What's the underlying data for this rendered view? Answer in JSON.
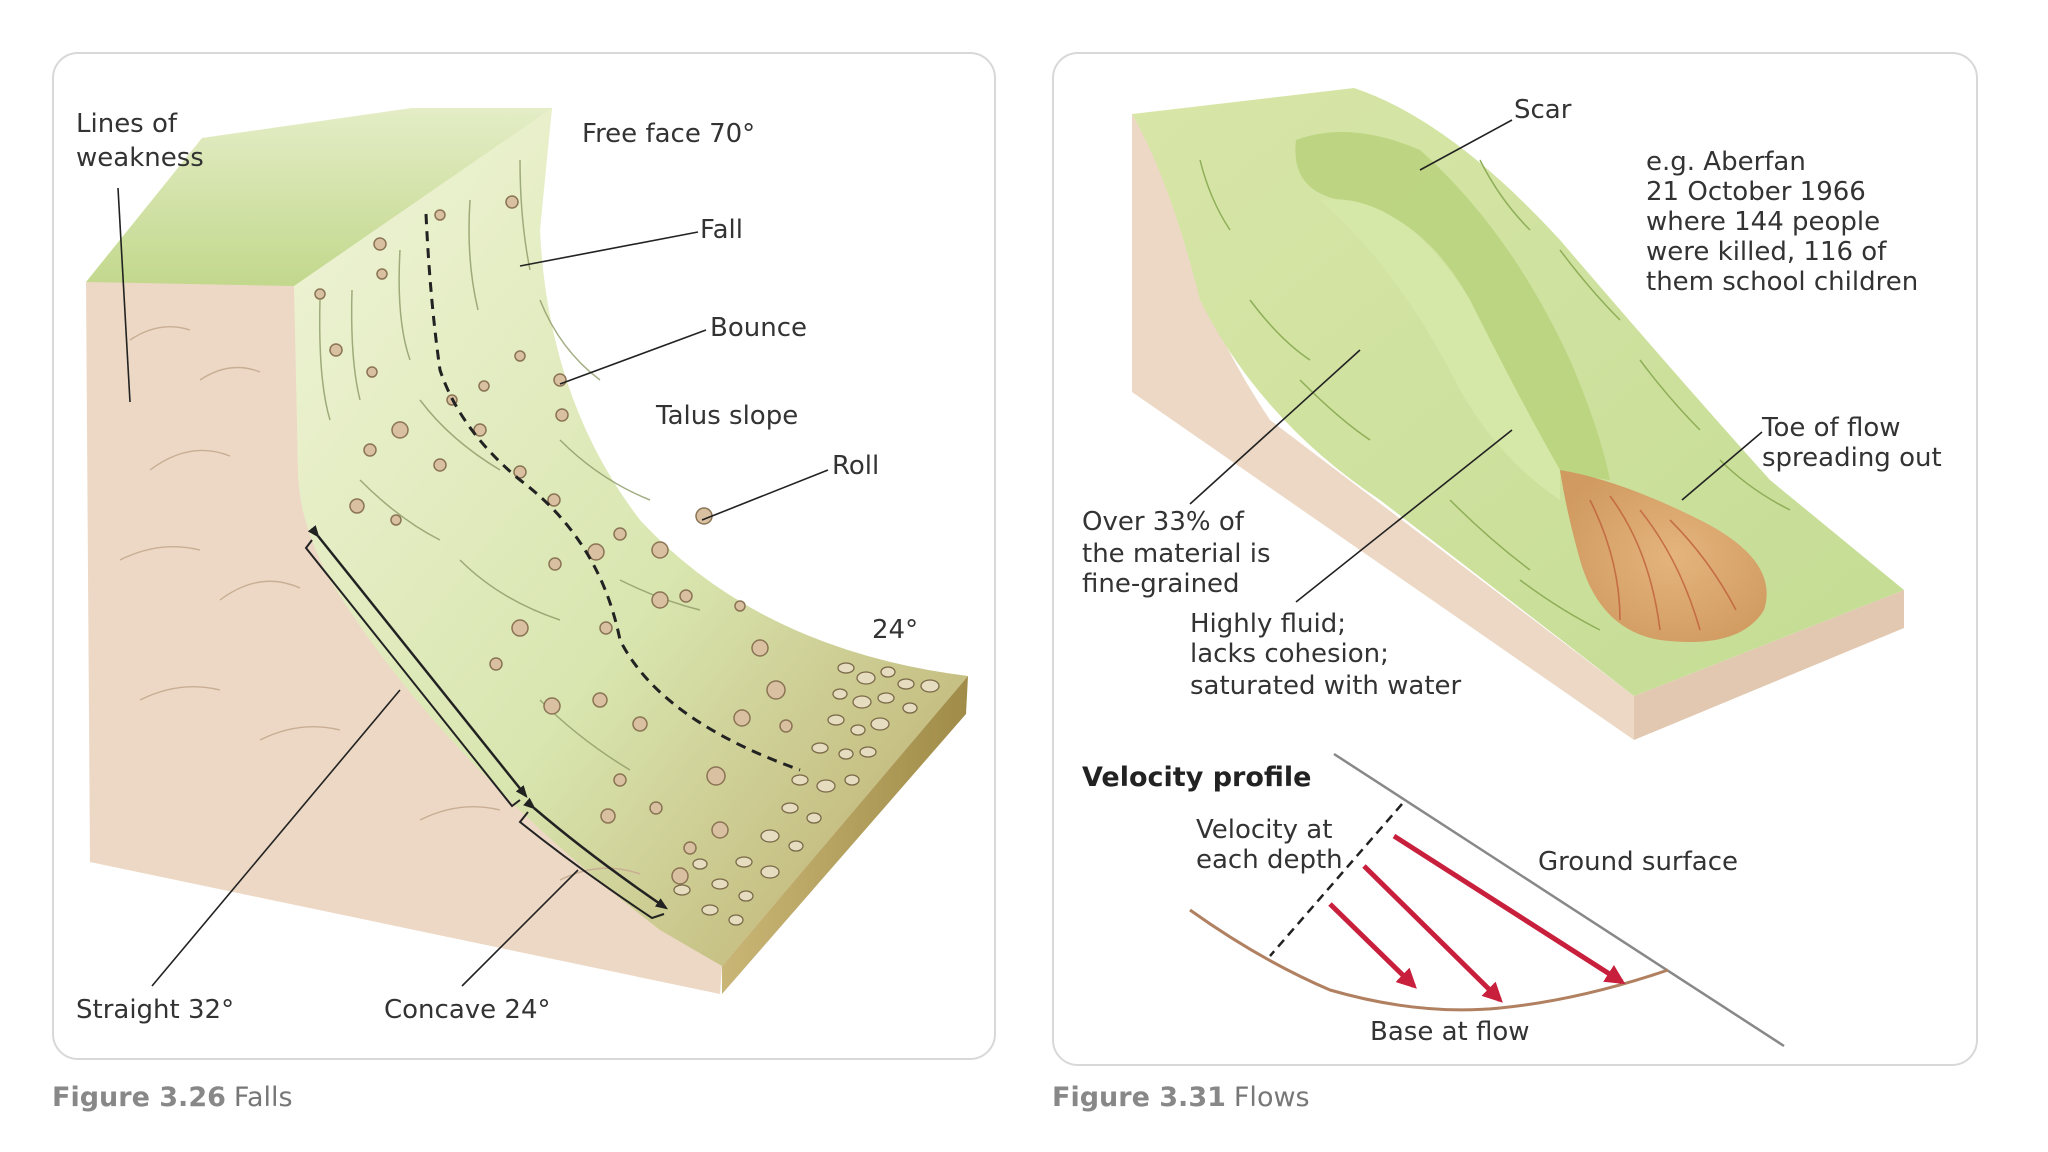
{
  "figure_left": {
    "labels": {
      "lines_of_weakness_1": "Lines of",
      "lines_of_weakness_2": "weakness",
      "free_face": "Free face 70°",
      "fall": "Fall",
      "bounce": "Bounce",
      "talus_slope": "Talus slope",
      "roll": "Roll",
      "angle_24": "24°",
      "straight": "Straight 32°",
      "concave": "Concave 24°"
    },
    "caption_number": "Figure 3.26",
    "caption_text": "Falls"
  },
  "figure_right": {
    "labels": {
      "scar": "Scar",
      "example_1": "e.g. Aberfan",
      "example_2": "21 October 1966",
      "example_3": "where 144 people",
      "example_4": "were killed, 116 of",
      "example_5": "them school children",
      "toe_1": "Toe of flow",
      "toe_2": "spreading out",
      "over_1": "Over 33% of",
      "over_2": "the material is",
      "over_3": "fine-grained",
      "fluid_1": "Highly fluid;",
      "fluid_2": "lacks cohesion;",
      "fluid_3": "saturated with water",
      "velocity_profile": "Velocity profile",
      "velocity_1": "Velocity at",
      "velocity_2": "each depth",
      "ground_surface": "Ground surface",
      "base_at_flow": "Base at flow"
    },
    "caption_number": "Figure 3.31",
    "caption_text": "Flows"
  },
  "colors": {
    "rock_side": "#ecd8c4",
    "grass_top": "#cfe0a0",
    "talus": "#b9a968",
    "arrow_red": "#c8203c",
    "flow_toe": "#dca46c"
  }
}
